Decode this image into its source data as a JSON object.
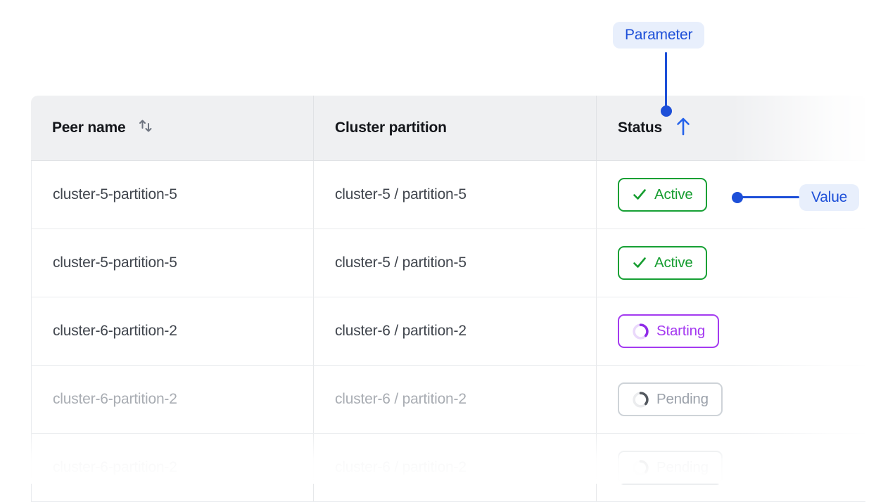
{
  "annotations": {
    "parameter_label": "Parameter",
    "value_label": "Value",
    "accent_blue": "#1d4fd8",
    "annotation_bg": "#e8effc"
  },
  "table": {
    "columns": [
      {
        "label": "Peer name",
        "sort": "sortable",
        "sort_icon": "sort-both-icon"
      },
      {
        "label": "Cluster partition",
        "sort": "none"
      },
      {
        "label": "Status",
        "sort": "ascending",
        "sort_icon": "sort-ascending-icon"
      }
    ],
    "rows": [
      {
        "peer": "cluster-5-partition-5",
        "partition": "cluster-5 / partition-5",
        "status": "Active",
        "type": "active",
        "dimmed": false
      },
      {
        "peer": "cluster-5-partition-5",
        "partition": "cluster-5 / partition-5",
        "status": "Active",
        "type": "active",
        "dimmed": false
      },
      {
        "peer": "cluster-6-partition-2",
        "partition": "cluster-6 / partition-2",
        "status": "Starting",
        "type": "starting",
        "dimmed": false
      },
      {
        "peer": "cluster-6-partition-2",
        "partition": "cluster-6 / partition-2",
        "status": "Pending",
        "type": "pending",
        "dimmed": true
      },
      {
        "peer": "cluster-6-partition-2",
        "partition": "cluster-6 / partition-2",
        "status": "Pending",
        "type": "pending",
        "dimmed": true
      }
    ],
    "status_colors": {
      "active": "#16a034",
      "starting": "#a43af0",
      "pending": "#9ba1aa"
    },
    "header_bg": "#eff0f2"
  }
}
